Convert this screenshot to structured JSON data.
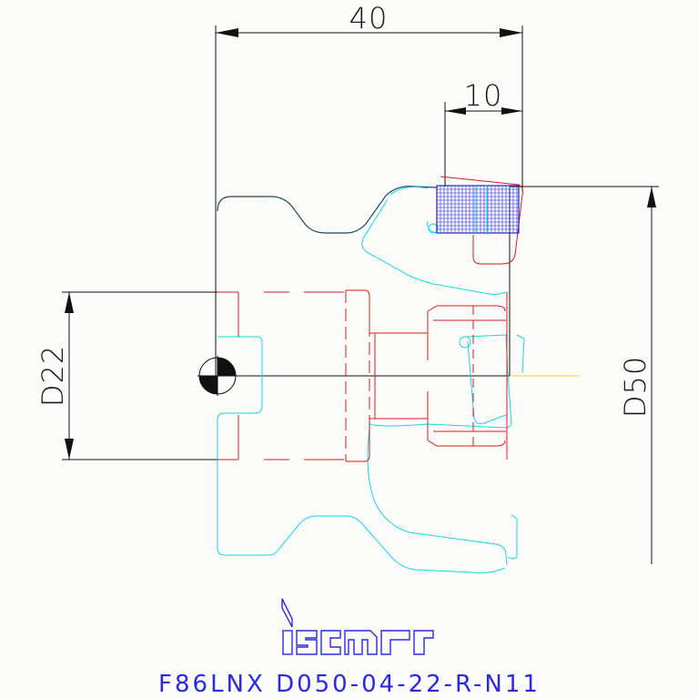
{
  "drawing": {
    "dimensions": {
      "top_width": "40",
      "insert_width": "10",
      "bore_diameter": "D22",
      "outer_diameter": "D50"
    },
    "brand": "iscar",
    "model_code": "F86LNX D050-04-22-R-N11",
    "colors": {
      "dimension_lines": "#111111",
      "tool_body": "#14d8e8",
      "hidden_features": "#e01a1a",
      "insert_hatch": "#2020e0",
      "axis_line": "#f0d020",
      "logo": "#2a2ae6"
    }
  }
}
